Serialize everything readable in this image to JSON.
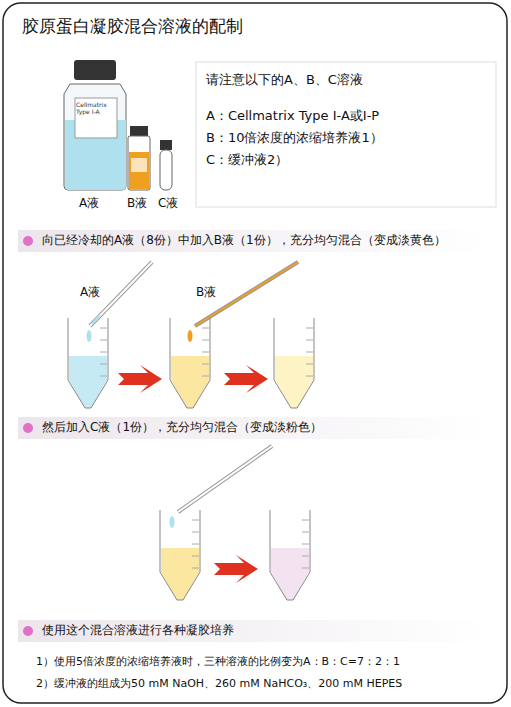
{
  "diagram": {
    "title": "胶原蛋白凝胶混合溶液的配制",
    "nodes": [
      {
        "text": [
          "请注意以下的A、B、C溶液",
          "A：Cellmatrix Type Ⅰ-A或Ⅰ-P",
          "B：10倍浓度的浓缩培养液1）",
          "C：缓冲液2）"
        ]
      }
    ],
    "labels": [
      "Cellmatrix Type I-A",
      "A液",
      "B液",
      "C液",
      "向已经冷却的A液（8份）中加入B液（1份），充分均匀混合（变成淡黄色）",
      "A液",
      "B液",
      "然后加入C液（1份），充分均匀混合（变成淡粉色）",
      "使用这个混合溶液进行各种凝胶培养",
      "1）使用5倍浓度的浓缩培养液时，三种溶液的比例变为A：B：C=7：2：1",
      "2）缓冲液的组成为50 mM NaOH、260 mM NaHCO₃、200 mM HEPES"
    ]
  }
}
